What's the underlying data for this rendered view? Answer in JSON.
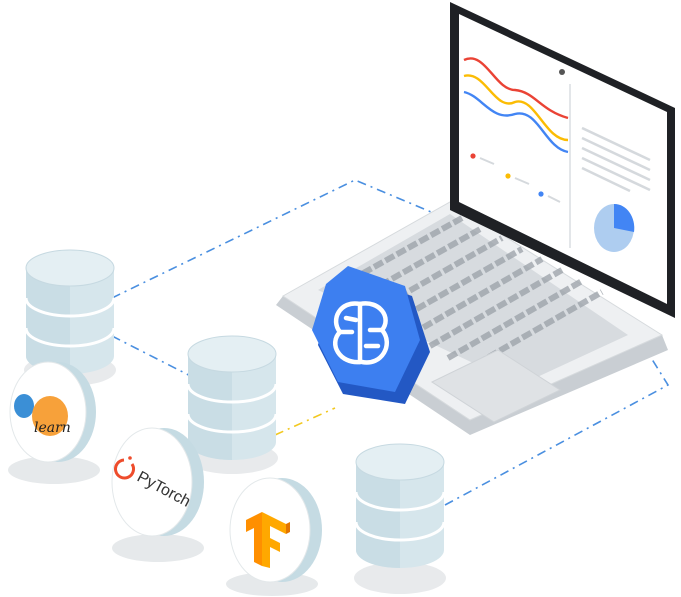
{
  "colors": {
    "connector_blue": "#4a8fe0",
    "connector_yellow": "#f2c81f",
    "db_face": "#d6e6ec",
    "db_side": "#b9cfd8",
    "brain_hex": "#3d7ff0",
    "laptop_body": "#e8ebee",
    "screen_bezel": "#1f2125",
    "chart_red": "#ea4335",
    "chart_yellow": "#fbbc04",
    "chart_blue": "#4285f4"
  },
  "icons": {
    "brain": "brain-icon",
    "sklearn": "scikit-learn-logo",
    "pytorch": "pytorch-logo",
    "tensorflow": "tensorflow-logo"
  },
  "badges": {
    "sklearn_text": "learn",
    "pytorch_text": "PyTorch"
  }
}
